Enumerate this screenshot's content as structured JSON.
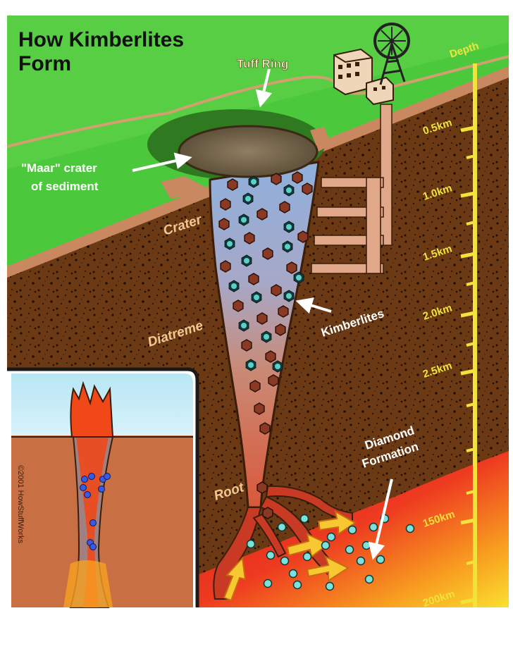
{
  "title_line1": "How Kimberlites",
  "title_line2": "Form",
  "labels": {
    "tuff_ring": "Tuff Ring",
    "maar_line1": "\"Maar\" crater",
    "maar_line2": "of sediment",
    "crater": "Crater",
    "diatreme": "Diatreme",
    "kimberlites": "Kimberlites",
    "root": "Root",
    "diamond_line1": "Diamond",
    "diamond_line2": "Formation"
  },
  "depth_scale": {
    "title": "Depth",
    "ticks": [
      "0.5km",
      "1.0km",
      "1.5km",
      "2.0km",
      "2.5km",
      "150km",
      "200km"
    ]
  },
  "copyright": "©2001 HowStuffWorks",
  "colors": {
    "surface_green": "#4cc83c",
    "soil_brown": "#6b3a14",
    "scale_yellow": "#f2e33a",
    "magma_red": "#e8281c",
    "pipe_blue": "#8fb0dc",
    "label_tan": "#f2c890"
  }
}
